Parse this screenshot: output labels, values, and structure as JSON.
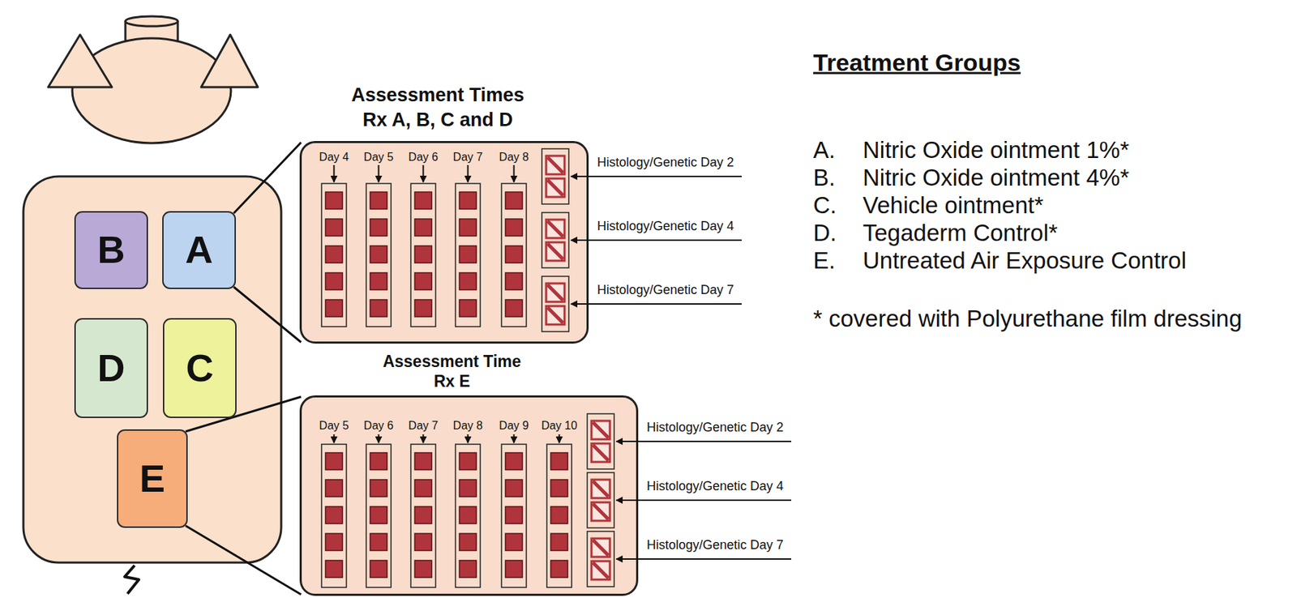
{
  "diagram": {
    "nodes": [
      {
        "text": [
          "B"
        ]
      },
      {
        "text": [
          "A"
        ]
      },
      {
        "text": [
          "D"
        ]
      },
      {
        "text": [
          "C"
        ]
      },
      {
        "text": [
          "E"
        ]
      },
      {
        "text": [
          "Assessment Times Rx A, B, C and D"
        ]
      },
      {
        "text": [
          "Assessment Time Rx E"
        ]
      }
    ],
    "edges": [
      {
        "from": 1,
        "to": 5,
        "arrow": "none"
      },
      {
        "from": 4,
        "to": 6,
        "arrow": "none"
      }
    ],
    "labels": [
      "Day 4",
      "Day 5",
      "Day 6",
      "Day 7",
      "Day 8",
      "Histology/Genetic Day 2",
      "Histology/Genetic Day 4",
      "Histology/Genetic Day 7",
      "Day 5",
      "Day 6",
      "Day 7",
      "Day 8",
      "Day 9",
      "Day 10",
      "Histology/Genetic Day 2",
      "Histology/Genetic Day 4",
      "Histology/Genetic Day 7",
      "Treatment Groups",
      "A.",
      "Nitric Oxide ointment 1%*",
      "B.",
      "Nitric Oxide ointment 4%*",
      "C.",
      "Vehicle ointment*",
      "D.",
      "Tegaderm Control*",
      "E.",
      "Untreated Air Exposure Control",
      "* covered with Polyurethane film dressing"
    ]
  }
}
